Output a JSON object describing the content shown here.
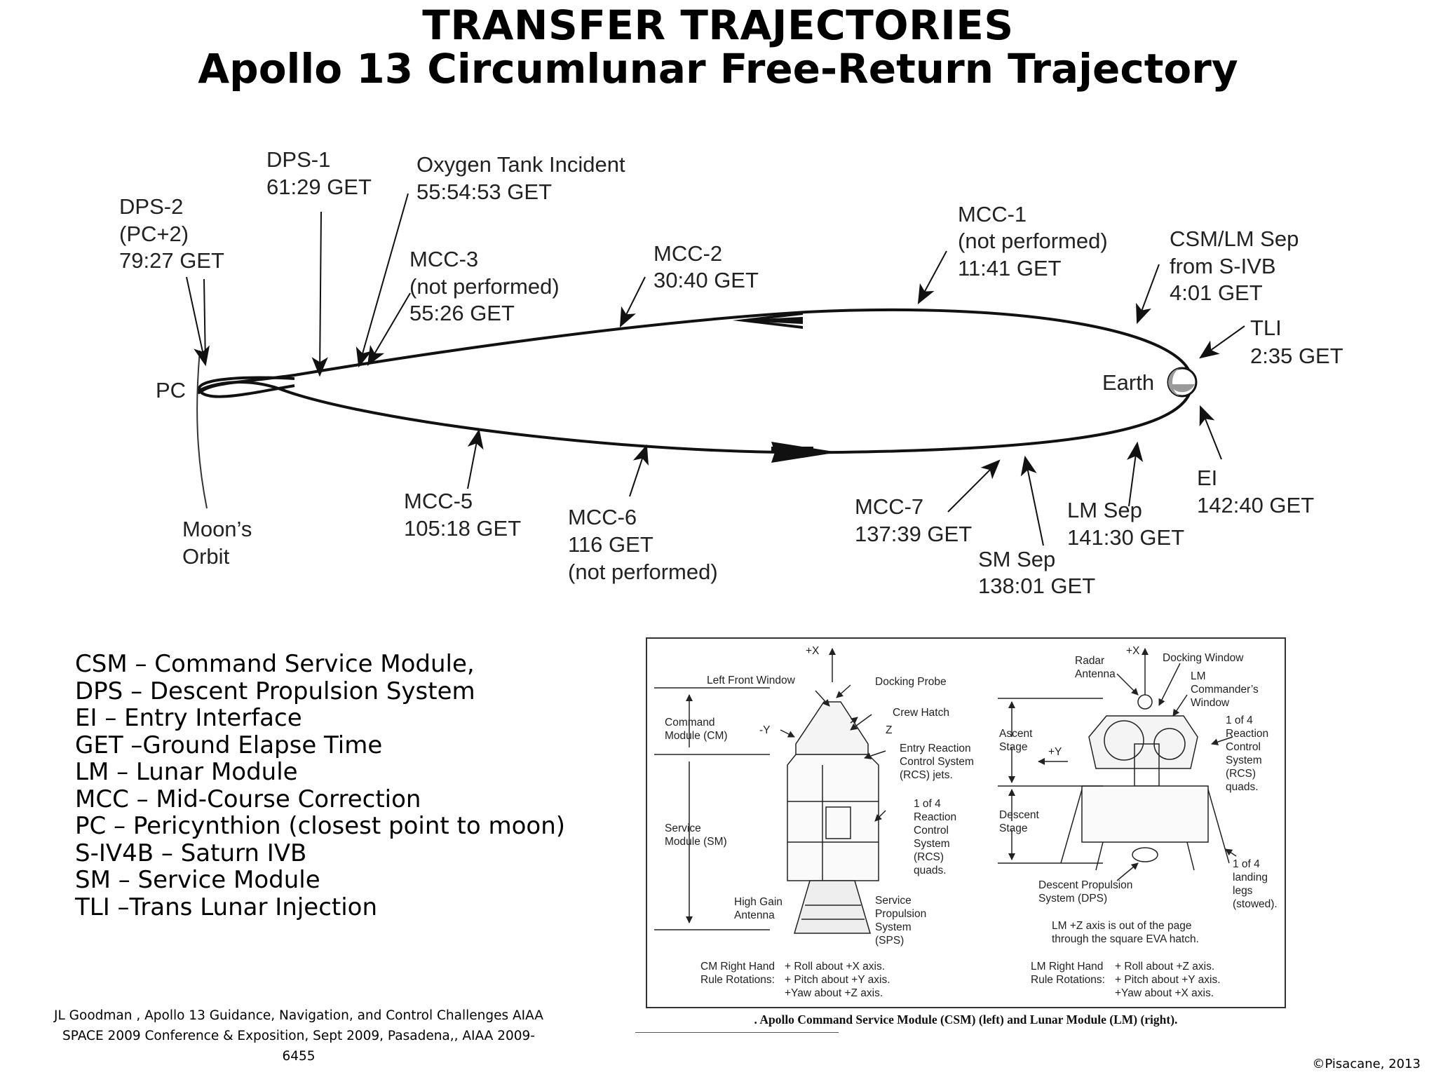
{
  "title": "TRANSFER TRAJECTORIES",
  "subtitle": "Apollo 13 Circumlunar Free-Return Trajectory",
  "trajectory_labels": {
    "dps2": [
      "DPS-2",
      "(PC+2)",
      "79:27 GET"
    ],
    "dps1": [
      "DPS-1",
      "61:29 GET"
    ],
    "oxygen": [
      "Oxygen Tank Incident",
      "55:54:53 GET"
    ],
    "mcc3": [
      "MCC-3",
      "(not performed)",
      "55:26 GET"
    ],
    "mcc2": [
      "MCC-2",
      "30:40 GET"
    ],
    "mcc1": [
      "MCC-1",
      "(not performed)",
      "11:41 GET"
    ],
    "csmlm": [
      "CSM/LM Sep",
      "from S-IVB",
      "4:01 GET"
    ],
    "tli": [
      "TLI",
      "2:35 GET"
    ],
    "earth": "Earth",
    "pc": "PC",
    "ei": [
      "EI",
      "142:40 GET"
    ],
    "lmsep": [
      "LM Sep",
      "141:30 GET"
    ],
    "smsep": [
      "SM Sep",
      "138:01 GET"
    ],
    "mcc7": [
      "MCC-7",
      "137:39 GET"
    ],
    "mcc6": [
      "MCC-6",
      "116 GET",
      "(not performed)"
    ],
    "mcc5": [
      "MCC-5",
      "105:18 GET"
    ],
    "moon_orbit": [
      "Moon’s",
      "Orbit"
    ]
  },
  "legend": [
    "CSM – Command Service Module,",
    "DPS – Descent Propulsion System",
    "EI – Entry Interface",
    "GET –Ground Elapse Time",
    "LM – Lunar Module",
    "MCC – Mid-Course Correction",
    "PC – Pericynthion (closest point to moon)",
    "S-IV4B – Saturn IVB",
    "SM – Service Module",
    "TLI –Trans Lunar Injection"
  ],
  "citation": [
    "JL Goodman , Apollo 13 Guidance, Navigation, and Control Challenges AIAA",
    "SPACE 2009 Conference & Exposition, Sept 2009, Pasadena,, AIAA 2009-6455"
  ],
  "copyright": "©Pisacane, 2013",
  "figure": {
    "caption": ". Apollo Command Service Module (CSM) (left) and Lunar Module (LM) (right).",
    "csm_labels": {
      "plus_x": "+X",
      "left_front_window": "Left Front Window",
      "docking_probe": "Docking Probe",
      "crew_hatch": "Crew Hatch",
      "command_module": [
        "Command",
        "Module (CM)"
      ],
      "minus_y": "-Y",
      "z": "Z",
      "entry_rcs": [
        "Entry Reaction",
        "Control System",
        "(RCS) jets."
      ],
      "rcs_quads": [
        "1 of 4",
        "Reaction",
        "Control",
        "System",
        "(RCS)",
        "quads."
      ],
      "service_module": [
        "Service",
        "Module (SM)"
      ],
      "high_gain": [
        "High Gain",
        "Antenna"
      ],
      "sps": [
        "Service",
        "Propulsion",
        "System",
        "(SPS)"
      ],
      "rules_head": [
        "CM Right Hand",
        "Rule Rotations:"
      ],
      "rules": [
        "+ Roll about +X axis.",
        "+ Pitch about +Y axis.",
        "+Yaw about +Z axis."
      ]
    },
    "lm_labels": {
      "radar": [
        "Radar",
        "Antenna"
      ],
      "plus_x": "+X",
      "docking_window": "Docking Window",
      "commander_window": [
        "LM",
        "Commander’s",
        "Window"
      ],
      "ascent": [
        "Ascent",
        "Stage"
      ],
      "plus_y": "+Y",
      "rcs_quads": [
        "1 of 4",
        "Reaction",
        "Control",
        "System",
        "(RCS)",
        "quads."
      ],
      "descent": [
        "Descent",
        "Stage"
      ],
      "dps": [
        "Descent Propulsion",
        "System (DPS)"
      ],
      "legs": [
        "1 of 4",
        "landing",
        "legs",
        "(stowed)."
      ],
      "z_note": [
        "LM +Z axis is out of the page",
        "through the square EVA hatch."
      ],
      "rules_head": [
        "LM Right Hand",
        "Rule Rotations:"
      ],
      "rules": [
        "+ Roll about +Z axis.",
        "+ Pitch about +Y axis.",
        "+Yaw about +X axis."
      ]
    }
  }
}
